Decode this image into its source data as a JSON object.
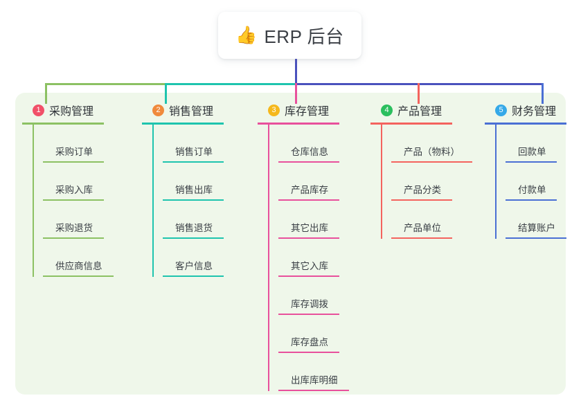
{
  "title": {
    "icon": "thumbs-up-icon",
    "emoji": "👍",
    "text": "ERP 后台"
  },
  "colors": {
    "panel_background": "#eff7ea",
    "page_background": "#ffffff",
    "center_connector": "#4a51bd",
    "title_text": "#3b3f45",
    "leaf_text": "#3a3f45"
  },
  "columns": [
    {
      "number": "1",
      "title": "采购管理",
      "badge_color": "#f15068",
      "line_color": "#8cc163",
      "drop_color": "#8cc163",
      "items": [
        "采购订单",
        "采购入库",
        "采购退货",
        "供应商信息"
      ]
    },
    {
      "number": "2",
      "title": "销售管理",
      "badge_color": "#f08a3c",
      "line_color": "#1ec4ae",
      "drop_color": "#1ec4ae",
      "items": [
        "销售订单",
        "销售出库",
        "销售退货",
        "客户信息"
      ]
    },
    {
      "number": "3",
      "title": "库存管理",
      "badge_color": "#f5b81c",
      "line_color": "#e8509c",
      "drop_color": "#e8509c",
      "items": [
        "仓库信息",
        "产品库存",
        "其它出库",
        "其它入库",
        "库存调拨",
        "库存盘点",
        "出库库明细"
      ]
    },
    {
      "number": "4",
      "title": "产品管理",
      "badge_color": "#2bbf5e",
      "line_color": "#f4635e",
      "drop_color": "#f4635e",
      "items": [
        "产品（物料）",
        "产品分类",
        "产品单位"
      ]
    },
    {
      "number": "5",
      "title": "财务管理",
      "badge_color": "#35a9e8",
      "line_color": "#4a6fd4",
      "drop_color": "#4a6fd4",
      "items": [
        "回款单",
        "付款单",
        "结算账户"
      ]
    }
  ],
  "connectors": {
    "center_stem": {
      "color": "#4a51bd"
    },
    "bus_segments": [
      {
        "color": "#8cc163",
        "label": "bus-green"
      },
      {
        "color": "#1ec4ae",
        "label": "bus-teal"
      },
      {
        "color": "#4a51bd",
        "label": "bus-indigo"
      }
    ]
  }
}
